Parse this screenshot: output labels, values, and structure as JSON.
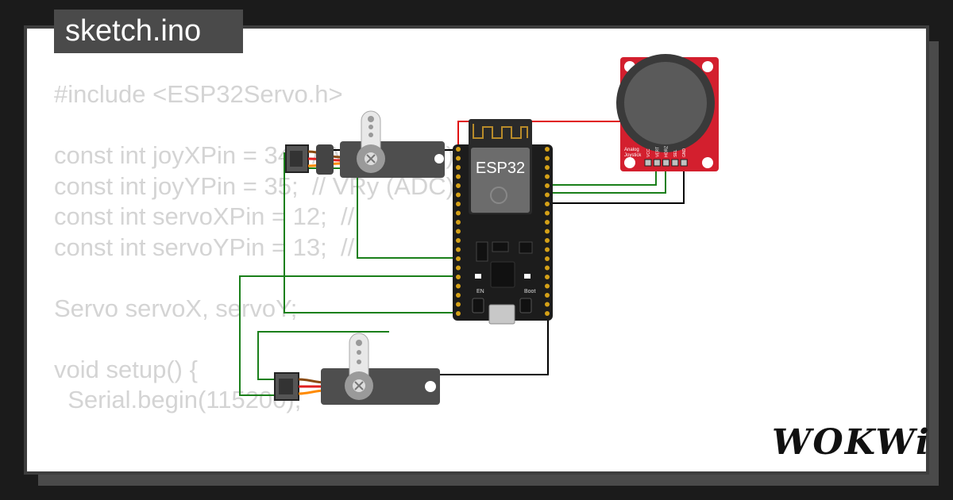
{
  "file_tab": {
    "label": "sketch.ino"
  },
  "code_lines": [
    "#include <ESP32Servo.h>",
    "",
    "const int joyXPin = 34;  // VRx (ADC)",
    "const int joyYPin = 35;  // VRy (ADC)",
    "const int servoXPin = 12;  //",
    "const int servoYPin = 13;  //",
    "",
    "Servo servoX, servoY;",
    "",
    "void setup() {",
    "  Serial.begin(115200);"
  ],
  "board": {
    "label": "ESP32",
    "buttons": [
      "EN",
      "Boot"
    ]
  },
  "joystick": {
    "label_lines": [
      "Analog",
      "Joystick"
    ],
    "pins": [
      "VCC",
      "VERT",
      "HORZ",
      "SEL",
      "GND"
    ]
  },
  "brand": {
    "logo": "WOKWi"
  },
  "colors": {
    "background": "#1b1b1b",
    "card": "#ffffff",
    "tab": "#4a4a4a",
    "code_text": "#d4d4d4",
    "board": "#1c1c1c",
    "joystick_pcb": "#d31f2e",
    "wire_red": "#e01010",
    "wire_green": "#1a7f1a",
    "wire_black": "#000000",
    "servo_body": "#4a4a4a"
  }
}
